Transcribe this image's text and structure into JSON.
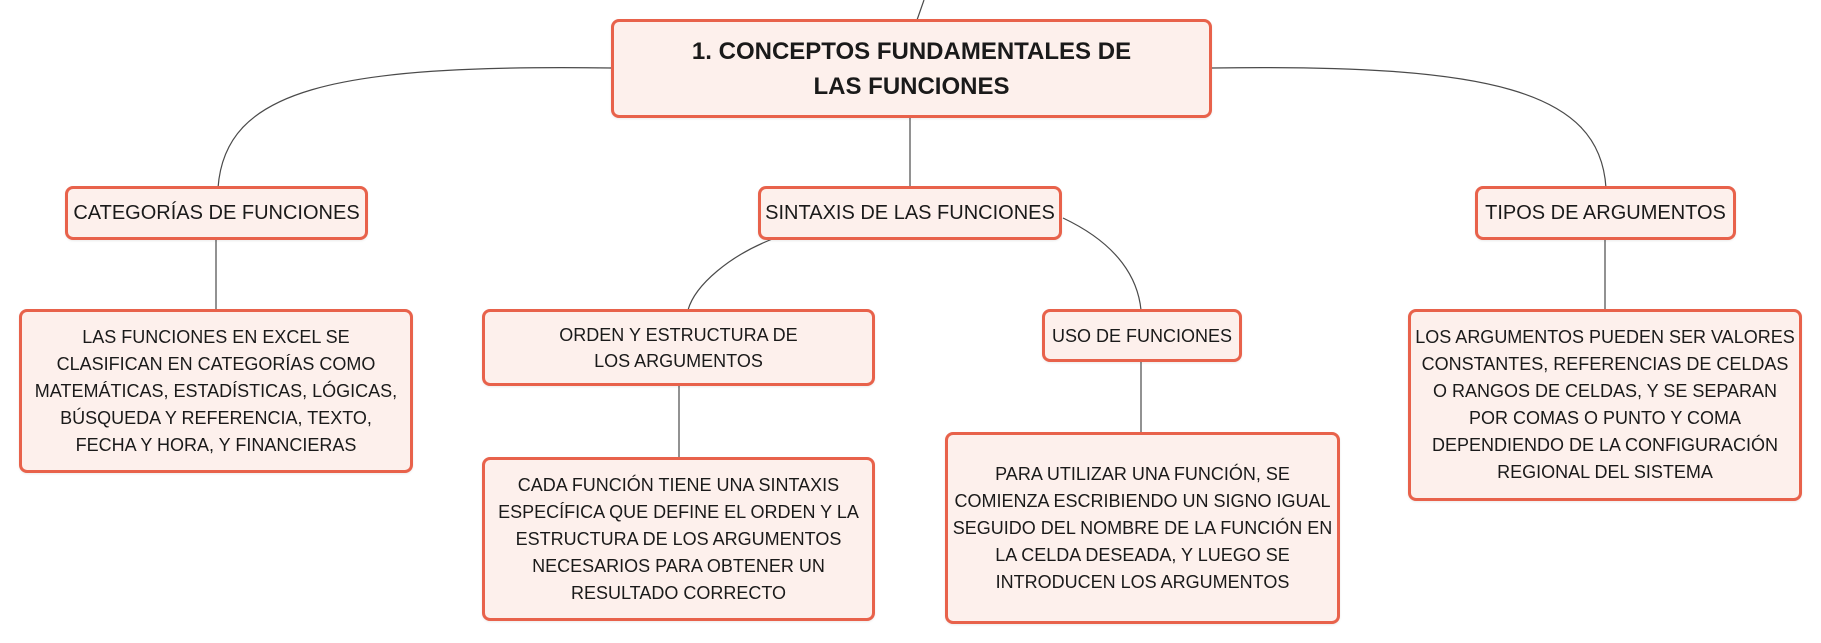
{
  "colors": {
    "node_fill": "#fdf0ec",
    "node_border": "#e8624b",
    "connector": "#4a4a4a"
  },
  "root": {
    "label": "1. CONCEPTOS FUNDAMENTALES DE LAS FUNCIONES"
  },
  "branches": {
    "categorias": {
      "label": "CATEGORÍAS DE FUNCIONES",
      "detail": "LAS FUNCIONES EN EXCEL SE CLASIFICAN EN CATEGORÍAS COMO MATEMÁTICAS, ESTADÍSTICAS, LÓGICAS, BÚSQUEDA Y REFERENCIA, TEXTO, FECHA Y HORA, Y FINANCIERAS"
    },
    "sintaxis": {
      "label": "SINTAXIS DE LAS FUNCIONES",
      "orden": {
        "label": "ORDEN Y ESTRUCTURA DE LOS ARGUMENTOS",
        "detail": "CADA FUNCIÓN TIENE UNA SINTAXIS ESPECÍFICA QUE DEFINE EL ORDEN Y LA ESTRUCTURA DE LOS ARGUMENTOS NECESARIOS PARA OBTENER UN RESULTADO CORRECTO"
      },
      "uso": {
        "label": "USO DE FUNCIONES",
        "detail": "PARA UTILIZAR UNA FUNCIÓN, SE COMIENZA ESCRIBIENDO UN SIGNO IGUAL SEGUIDO DEL NOMBRE DE LA FUNCIÓN EN LA CELDA DESEADA, Y LUEGO SE INTRODUCEN LOS ARGUMENTOS"
      }
    },
    "tipos": {
      "label": "TIPOS DE ARGUMENTOS",
      "detail": "LOS ARGUMENTOS PUEDEN SER VALORES CONSTANTES, REFERENCIAS DE CELDAS O RANGOS DE CELDAS, Y SE SEPARAN POR COMAS O PUNTO Y COMA DEPENDIENDO DE LA CONFIGURACIÓN REGIONAL DEL SISTEMA"
    }
  }
}
